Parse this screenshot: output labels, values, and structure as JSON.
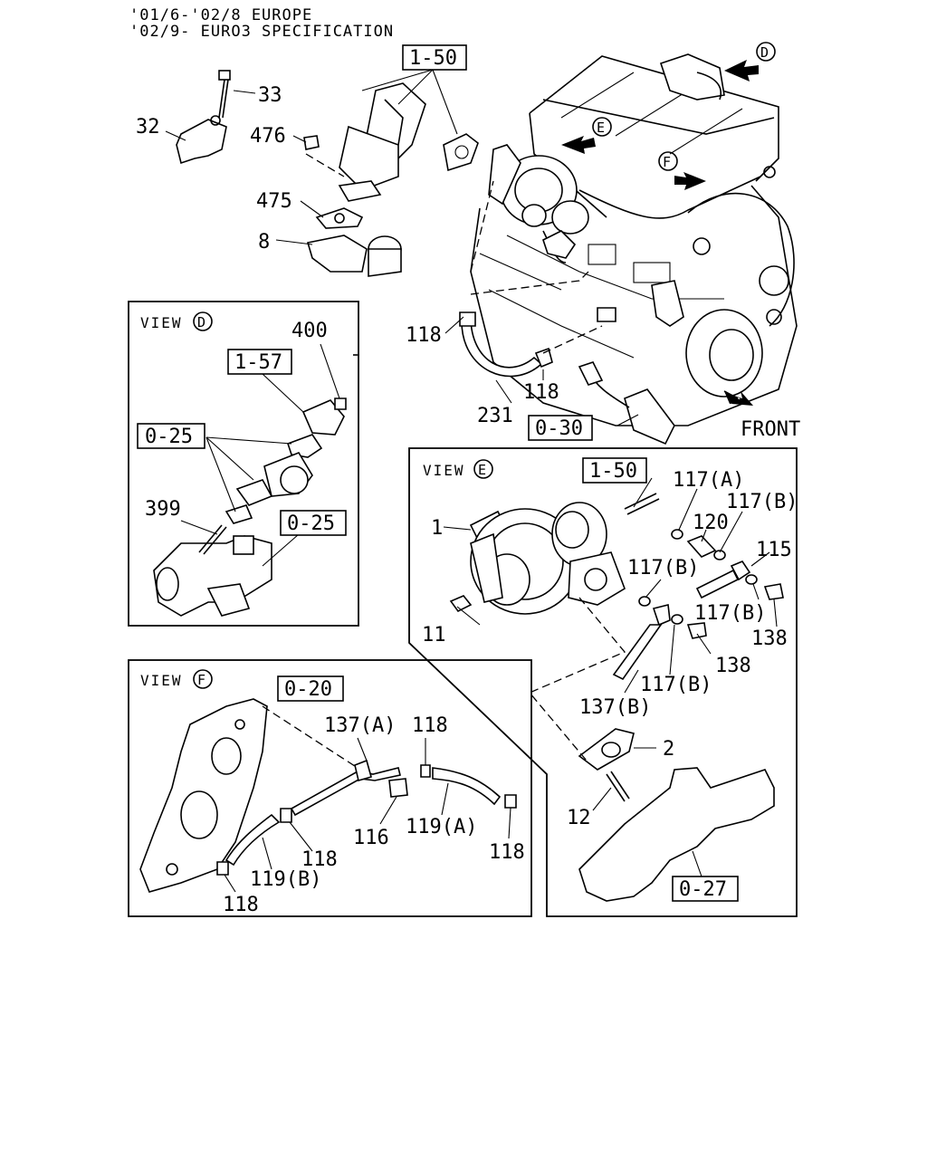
{
  "header": {
    "line1": "'01/6-'02/8 EUROPE",
    "line2": "'02/9- EURO3 SPECIFICATION"
  },
  "views": {
    "d": {
      "title": "VIEW",
      "letter": "D"
    },
    "e": {
      "title": "VIEW",
      "letter": "E"
    },
    "f": {
      "title": "VIEW",
      "letter": "F"
    }
  },
  "arrows": {
    "d": "D",
    "e": "E",
    "f": "F",
    "front": "FRONT"
  },
  "refs": {
    "main_150": "1-50",
    "main_030": "0-30",
    "d_157": "1-57",
    "d_025a": "0-25",
    "d_025b": "0-25",
    "e_150": "1-50",
    "e_027": "0-27",
    "f_020": "0-20"
  },
  "labels": {
    "m33": "33",
    "m32": "32",
    "m476": "476",
    "m475": "475",
    "m8": "8",
    "m118a": "118",
    "m118b": "118",
    "m231": "231",
    "d400": "400",
    "d399": "399",
    "e1": "1",
    "e11": "11",
    "e117a": "117(A)",
    "e117b1": "117(B)",
    "e120": "120",
    "e115": "115",
    "e117b2": "117(B)",
    "e117b3": "117(B)",
    "e138a": "138",
    "e138b": "138",
    "e117b4": "117(B)",
    "e137b": "137(B)",
    "e2": "2",
    "e12": "12",
    "f137a": "137(A)",
    "f118a": "118",
    "f116": "116",
    "f119a": "119(A)",
    "f118b": "118",
    "f118c": "118",
    "f119b": "119(B)",
    "f118d": "118"
  }
}
